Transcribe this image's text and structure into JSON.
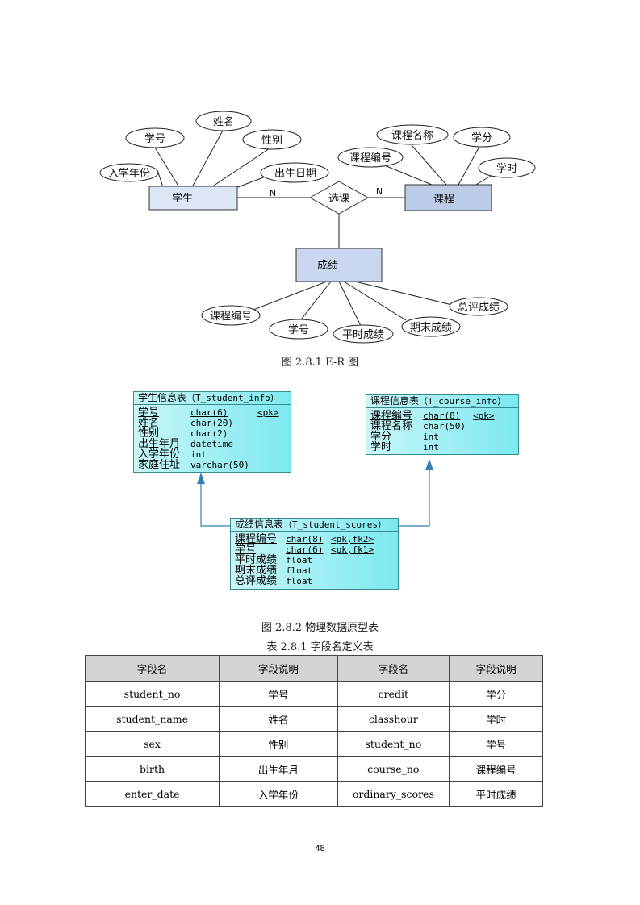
{
  "er_diagram": {
    "student": {
      "label": "学生",
      "attributes": [
        "学号",
        "姓名",
        "性别",
        "出生日期",
        "入学年份"
      ]
    },
    "course": {
      "label": "课程",
      "attributes": [
        "课程名称",
        "学分",
        "课程编号",
        "学时"
      ]
    },
    "relation": {
      "label": "选课",
      "left_card": "N",
      "right_card": "N"
    },
    "scores": {
      "label": "成绩",
      "attributes": [
        "课程编号",
        "学号",
        "平时成绩",
        "期末成绩",
        "总评成绩"
      ]
    }
  },
  "caption_er": "图 2.8.1 E-R 图",
  "physical_model": {
    "student_table": {
      "title_cn": "学生信息表",
      "title_en": "（T_student_info）",
      "fields": [
        {
          "name": "学号",
          "type": "char(6)",
          "key": "<pk>"
        },
        {
          "name": "姓名",
          "type": "char(20)",
          "key": ""
        },
        {
          "name": "性别",
          "type": "char(2)",
          "key": ""
        },
        {
          "name": "出生年月",
          "type": "datetime",
          "key": ""
        },
        {
          "name": "入学年份",
          "type": "int",
          "key": ""
        },
        {
          "name": "家庭住址",
          "type": "varchar(50)",
          "key": ""
        }
      ]
    },
    "course_table": {
      "title_cn": "课程信息表",
      "title_en": "（T_course_info）",
      "fields": [
        {
          "name": "课程编号",
          "type": "char(8)",
          "key": "<pk>"
        },
        {
          "name": "课程名称",
          "type": "char(50)",
          "key": ""
        },
        {
          "name": "学分",
          "type": "int",
          "key": ""
        },
        {
          "name": "学时",
          "type": "int",
          "key": ""
        }
      ]
    },
    "scores_table": {
      "title_cn": "成绩信息表",
      "title_en": "（T_student_scores）",
      "fields": [
        {
          "name": "课程编号",
          "type": "char(8)",
          "key": "<pk,fk2>"
        },
        {
          "name": "学号",
          "type": "char(6)",
          "key": "<pk,fk1>"
        },
        {
          "name": "平时成绩",
          "type": "float",
          "key": ""
        },
        {
          "name": "期末成绩",
          "type": "float",
          "key": ""
        },
        {
          "name": "总评成绩",
          "type": "float",
          "key": ""
        }
      ]
    }
  },
  "caption_physical": "图 2.8.2 物理数据原型表",
  "caption_table": "表 2.8.1 字段名定义表",
  "field_table": {
    "headers": [
      "字段名",
      "字段说明",
      "字段名",
      "字段说明"
    ],
    "rows": [
      [
        "student_no",
        "学号",
        "credit",
        "学分"
      ],
      [
        "student_name",
        "姓名",
        "classhour",
        "学时"
      ],
      [
        "sex",
        "性别",
        "student_no",
        "学号"
      ],
      [
        "birth",
        "出生年月",
        "course_no",
        "课程编号"
      ],
      [
        "enter_date",
        "入学年份",
        "ordinary_scores",
        "平时成绩"
      ]
    ]
  },
  "page_number": "48",
  "colors": {
    "entity_light": "#dce6f4",
    "entity_mid": "#bccbe6",
    "table_fill": "#7ce9ef",
    "arrow": "#2f7fb5",
    "header_gray": "#d4d4d4"
  }
}
